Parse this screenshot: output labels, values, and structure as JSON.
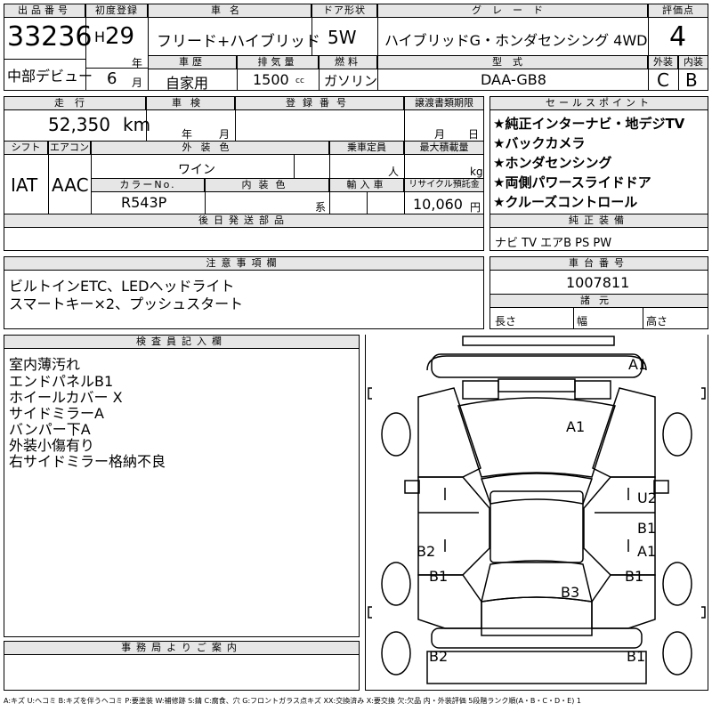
{
  "header": {
    "lot_no_label": "出品番号",
    "lot_no": "33236",
    "debut_label": "中部デビュー",
    "first_reg_label": "初度登録",
    "era": "H",
    "year": "29",
    "year_unit": "年",
    "month": "6",
    "month_unit": "月",
    "car_name_label": "車名",
    "car_name": "フリード+ハイブリッド",
    "door_label": "ドア形状",
    "door": "5W",
    "grade_label": "グレード",
    "grade": "ハイブリッドG・ホンダセンシング 4WD",
    "score_label": "評価点",
    "score": "4",
    "history_label": "車歴",
    "history": "自家用",
    "displacement_label": "排気量",
    "displacement": "1500",
    "displacement_unit": "cc",
    "fuel_label": "燃料",
    "fuel": "ガソリン",
    "model_label": "型式",
    "model": "DAA-GB8",
    "ext_label": "外装",
    "ext_score": "C",
    "int_label": "内装",
    "int_score": "B"
  },
  "row2": {
    "mileage_label": "走行",
    "mileage": "52,350",
    "mileage_unit": "km",
    "inspection_label": "車検",
    "insp_year_unit": "年",
    "insp_month_unit": "月",
    "reg_no_label": "登録番号",
    "transfer_label": "譲渡書類期限",
    "transfer_month_unit": "月",
    "transfer_day_unit": "日",
    "shift_label": "シフト",
    "shift": "IAT",
    "ac_label": "エアコン",
    "ac": "AAC",
    "ext_color_label": "外装色",
    "ext_color": "ワイン",
    "capacity_label": "乗車定員",
    "capacity_unit": "人",
    "max_load_label": "最大積載量",
    "max_load_unit": "kg",
    "color_no_label": "カラーNo.",
    "color_no": "R543P",
    "int_color_label": "内装色",
    "int_color_unit": "系",
    "import_label": "輸入車",
    "recycle_label": "リサイクル預託金",
    "recycle": "10,060",
    "recycle_unit": "円",
    "later_parts_label": "後日発送部品"
  },
  "sales_points": {
    "label": "セールスポイント",
    "items": [
      "★純正インターナビ・地デジTV",
      "★バックカメラ",
      "★ホンダセンシング",
      "★両側パワースライドドア",
      "★クルーズコントロール"
    ]
  },
  "equipment": {
    "label": "純正装備",
    "value": "ナビ TV エアB PS PW"
  },
  "notes": {
    "label": "注意事項欄",
    "lines": [
      "ビルトインETC、LEDヘッドライト",
      "スマートキー×2、プッシュスタート"
    ]
  },
  "chassis": {
    "label": "車台番号",
    "value": "1007811",
    "spec_label": "諸元",
    "length_label": "長さ",
    "width_label": "幅",
    "height_label": "高さ"
  },
  "inspector": {
    "label": "検査員記入欄",
    "lines": [
      "室内薄汚れ",
      "エンドパネルB1",
      "ホイールカバー X",
      "サイドミラーA",
      "バンパー下A",
      "外装小傷有り",
      "右サイドミラー格納不良"
    ]
  },
  "office": {
    "label": "事務局よりご案内"
  },
  "diagram_marks": {
    "front_bumper": "A1",
    "hood": "A1",
    "right_front": "U2",
    "right_mid": "B1",
    "right_mirror": "A1",
    "left_rear_door": "B2",
    "left_rear_wheel": "B1",
    "right_rear_wheel": "B1",
    "roof_rear": "B3",
    "rear_left": "B2",
    "rear_right": "B1"
  },
  "legend": "A:キズ U:ヘコミ B:キズを伴うヘコミ P:要塗装 W:補修跡 S:錆 C:腐食、穴 G:フロントガラス点キズ XX:交換済み X:要交換 欠:欠品 内・外装評価 5段階ランク順(A・B・C・D・E) 1"
}
